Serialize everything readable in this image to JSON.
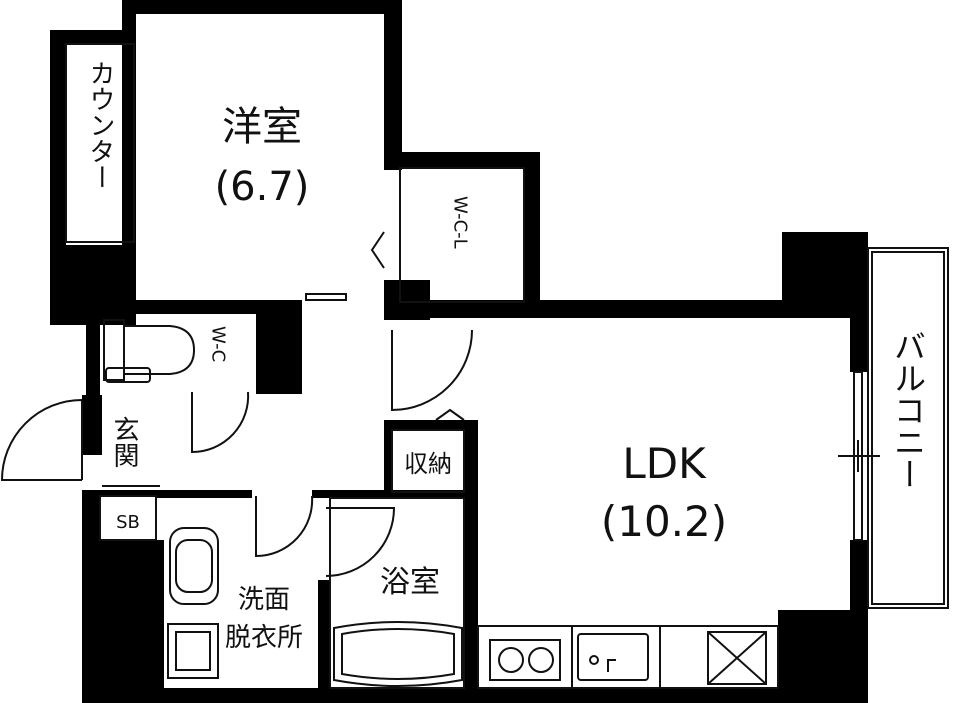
{
  "floorplan": {
    "rooms": {
      "western_room": {
        "name": "洋室",
        "size": "(6.7)"
      },
      "ldk": {
        "name": "LDK",
        "size": "(10.2)"
      },
      "bathroom": {
        "name": "浴室"
      },
      "washroom": {
        "line1": "洗面",
        "line2": "脱衣所"
      },
      "storage": {
        "name": "収納"
      },
      "entrance": {
        "name": "玄関"
      },
      "shoe_box": {
        "name": "SB"
      },
      "counter": {
        "name": "カウンター"
      },
      "balcony": {
        "name": "バルコニー"
      },
      "wic": {
        "name": "W-C-L"
      },
      "wc": {
        "name": "W-C"
      }
    },
    "colors": {
      "wall": "#000000",
      "line": "#111111",
      "background": "#ffffff"
    }
  }
}
